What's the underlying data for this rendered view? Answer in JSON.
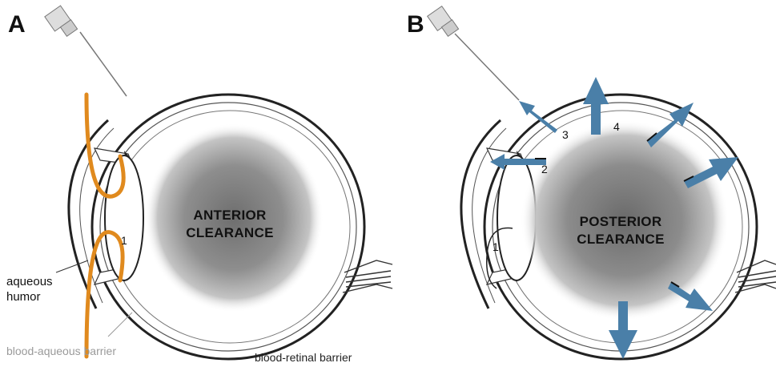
{
  "panel_a": {
    "label": "A",
    "center_label_line1": "ANTERIOR",
    "center_label_line2": "CLEARANCE",
    "route_number": "1",
    "aqueous_line1": "aqueous",
    "aqueous_line2": "humor",
    "blood_aqueous_barrier": "blood-aqueous barrier",
    "blood_retinal_barrier": "blood-retinal barrier"
  },
  "panel_b": {
    "label": "B",
    "center_label_line1": "POSTERIOR",
    "center_label_line2": "CLEARANCE",
    "route_numbers": [
      "1",
      "2",
      "3",
      "4"
    ]
  },
  "colors": {
    "barrier_orange": "#e08a1e",
    "arrow_blue": "#4a7fa8",
    "eye_outline": "#222222",
    "vitreous_gray": "#8a8a8a",
    "muted_label": "#9a9a9a"
  },
  "icons": [
    "syringe-needle-icon",
    "clearance-arrow-icon"
  ]
}
